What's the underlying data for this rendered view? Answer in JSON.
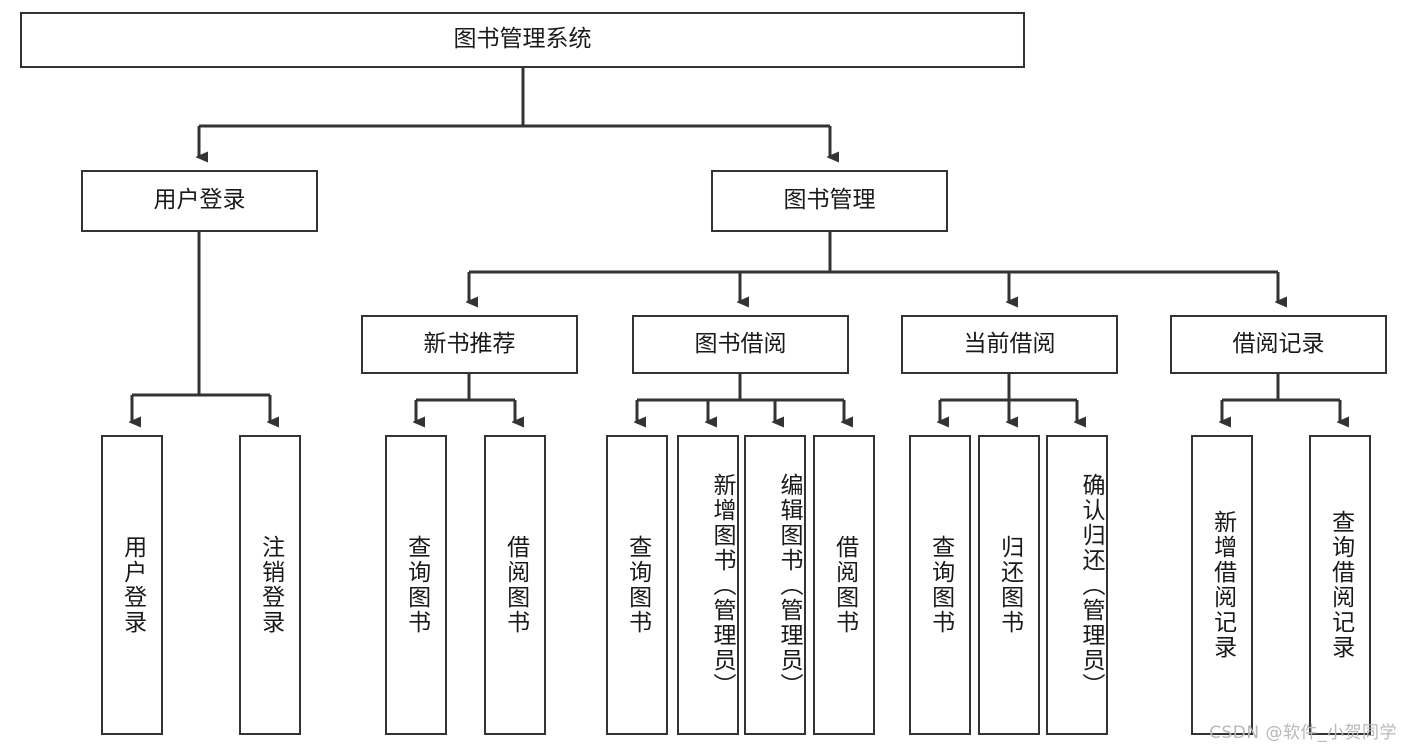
{
  "diagram": {
    "title": "图书管理系统",
    "type": "tree-hierarchy-diagram",
    "watermark": "CSDN @软件_小贺同学",
    "colors": {
      "background": "#ffffff",
      "box_border": "#333333",
      "box_fill": "#ffffff",
      "connector": "#333333",
      "text": "#1a1a1a",
      "watermark": "#b8b8b8"
    },
    "root": {
      "id": "root",
      "label": "图书管理系统",
      "orientation": "horizontal"
    },
    "level2": [
      {
        "id": "user-login",
        "label": "用户登录",
        "orientation": "horizontal"
      },
      {
        "id": "book-management",
        "label": "图书管理",
        "orientation": "horizontal"
      }
    ],
    "level3": [
      {
        "id": "new-book-recommend",
        "label": "新书推荐",
        "orientation": "horizontal",
        "parent": "book-management"
      },
      {
        "id": "book-borrow",
        "label": "图书借阅",
        "orientation": "horizontal",
        "parent": "book-management"
      },
      {
        "id": "current-borrow",
        "label": "当前借阅",
        "orientation": "horizontal",
        "parent": "book-management"
      },
      {
        "id": "borrow-record",
        "label": "借阅记录",
        "orientation": "horizontal",
        "parent": "book-management"
      }
    ],
    "leaves": [
      {
        "id": "leaf-user-login",
        "label": "用户登录",
        "orientation": "vertical",
        "parent": "user-login"
      },
      {
        "id": "leaf-user-logout",
        "label": "注销登录",
        "orientation": "vertical",
        "parent": "user-login"
      },
      {
        "id": "leaf-query-book-1",
        "label": "查询图书",
        "orientation": "vertical",
        "parent": "new-book-recommend"
      },
      {
        "id": "leaf-borrow-book-1",
        "label": "借阅图书",
        "orientation": "vertical",
        "parent": "new-book-recommend"
      },
      {
        "id": "leaf-query-book-2",
        "label": "查询图书",
        "orientation": "vertical",
        "parent": "book-borrow"
      },
      {
        "id": "leaf-add-book",
        "label": "新增图书（管理员）",
        "orientation": "vertical",
        "parent": "book-borrow"
      },
      {
        "id": "leaf-edit-book",
        "label": "编辑图书（管理员）",
        "orientation": "vertical",
        "parent": "book-borrow"
      },
      {
        "id": "leaf-borrow-book-2",
        "label": "借阅图书",
        "orientation": "vertical",
        "parent": "book-borrow"
      },
      {
        "id": "leaf-query-book-3",
        "label": "查询图书",
        "orientation": "vertical",
        "parent": "current-borrow"
      },
      {
        "id": "leaf-return-book",
        "label": "归还图书",
        "orientation": "vertical",
        "parent": "current-borrow"
      },
      {
        "id": "leaf-confirm-return",
        "label": "确认归还（管理员）",
        "orientation": "vertical",
        "parent": "current-borrow"
      },
      {
        "id": "leaf-add-record",
        "label": "新增借阅记录",
        "orientation": "vertical",
        "parent": "borrow-record"
      },
      {
        "id": "leaf-query-record",
        "label": "查询借阅记录",
        "orientation": "vertical",
        "parent": "borrow-record"
      }
    ]
  }
}
